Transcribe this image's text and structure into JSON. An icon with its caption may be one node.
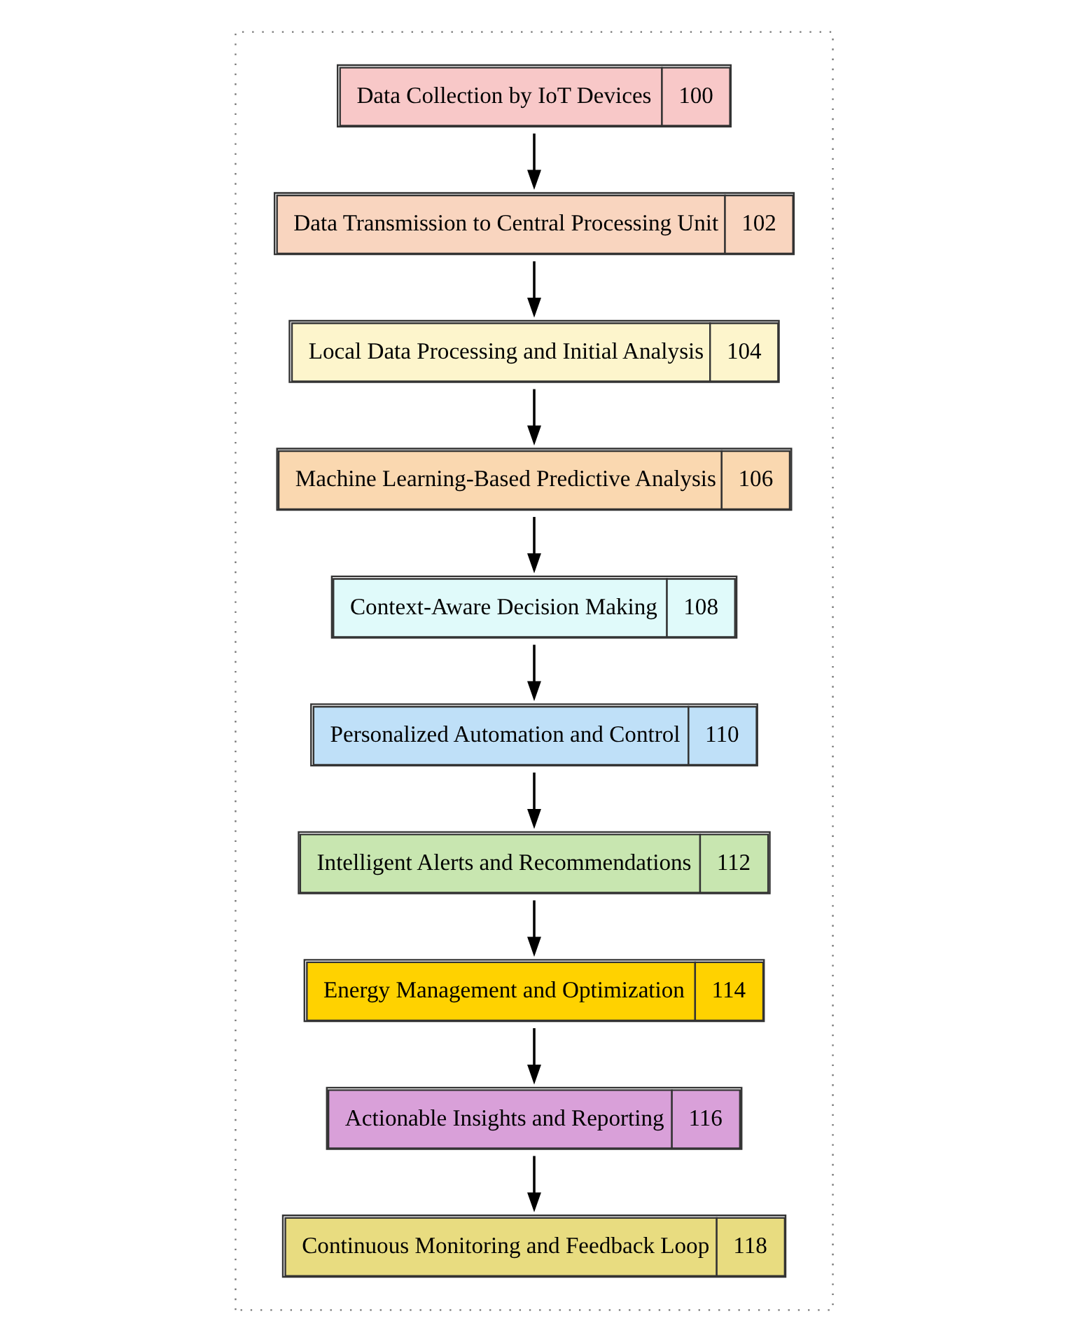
{
  "diagram": {
    "nodes": [
      {
        "text": [],
        "shape": "box"
      },
      {
        "text": [
          "Data Collection by IoT Devices",
          "100"
        ],
        "in": 0
      },
      {
        "text": [
          "Data Transmission to Central Processing Unit",
          "102"
        ],
        "in": 0
      },
      {
        "text": [
          "Local Data Processing and Initial Analysis",
          "104"
        ],
        "in": 0
      },
      {
        "text": [
          "Machine Learning-Based Predictive Analysis",
          "106"
        ],
        "in": 0
      },
      {
        "text": [
          "Context-Aware Decision Making",
          "108"
        ],
        "in": 0
      },
      {
        "text": [
          "Personalized Automation and Control",
          "110"
        ],
        "in": 0
      },
      {
        "text": [
          "Intelligent Alerts and Recommendations",
          "112"
        ],
        "in": 0
      },
      {
        "text": [
          "Energy Management and Optimization",
          "114"
        ],
        "in": 0
      },
      {
        "text": [
          "Actionable Insights and Reporting",
          "116"
        ],
        "in": 0
      },
      {
        "text": [
          "Continuous Monitoring and Feedback Loop",
          "118"
        ],
        "in": 0
      }
    ],
    "edges": [
      {
        "from": 1,
        "to": 2,
        "arrow": "to"
      },
      {
        "from": 2,
        "to": 3,
        "arrow": "to"
      },
      {
        "from": 3,
        "to": 4,
        "arrow": "to"
      },
      {
        "from": 4,
        "to": 5,
        "arrow": "to"
      },
      {
        "from": 5,
        "to": 6,
        "arrow": "to"
      },
      {
        "from": 6,
        "to": 7,
        "arrow": "to"
      },
      {
        "from": 7,
        "to": 8,
        "arrow": "to"
      },
      {
        "from": 8,
        "to": 9,
        "arrow": "to"
      },
      {
        "from": 9,
        "to": 10,
        "arrow": "to"
      }
    ]
  }
}
